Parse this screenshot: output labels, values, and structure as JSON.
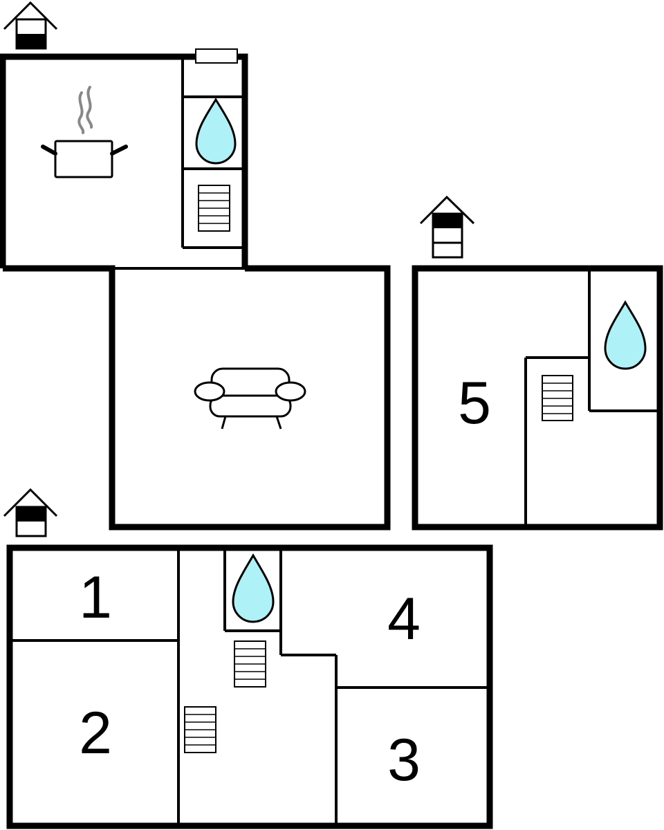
{
  "rooms": [
    {
      "id": "room-1",
      "label": "1"
    },
    {
      "id": "room-2",
      "label": "2"
    },
    {
      "id": "room-3",
      "label": "3"
    },
    {
      "id": "room-4",
      "label": "4"
    },
    {
      "id": "room-5",
      "label": "5"
    }
  ],
  "icons": {
    "floor_marker": "house-floor-indicator-icon",
    "kitchen": "cooking-pot-icon",
    "living": "sofa-icon",
    "bathroom": "water-drop-icon",
    "heater": "radiator-icon"
  },
  "colors": {
    "wall": "#000000",
    "water": "#aef2f7",
    "steam": "#888888",
    "background": "#ffffff"
  }
}
